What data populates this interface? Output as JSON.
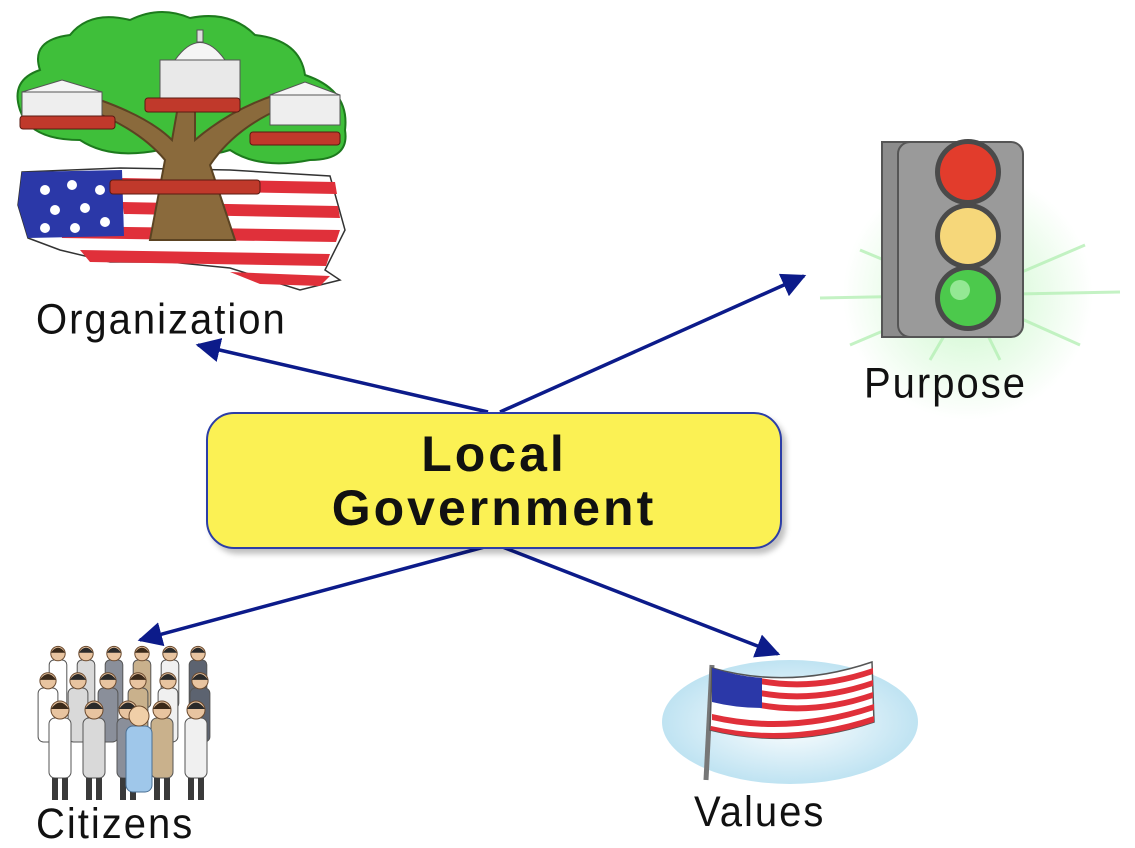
{
  "center": {
    "line1": "Local",
    "line2": "Government"
  },
  "nodes": [
    {
      "id": "organization",
      "label": "Organization",
      "icon": "government-tree-icon"
    },
    {
      "id": "purpose",
      "label": "Purpose",
      "icon": "traffic-light-icon"
    },
    {
      "id": "citizens",
      "label": "Citizens",
      "icon": "people-group-icon"
    },
    {
      "id": "values",
      "label": "Values",
      "icon": "us-flag-icon"
    }
  ],
  "colors": {
    "arrow": "#0c1b8a",
    "center_fill": "#fbf154",
    "center_border": "#2c3ea7"
  }
}
